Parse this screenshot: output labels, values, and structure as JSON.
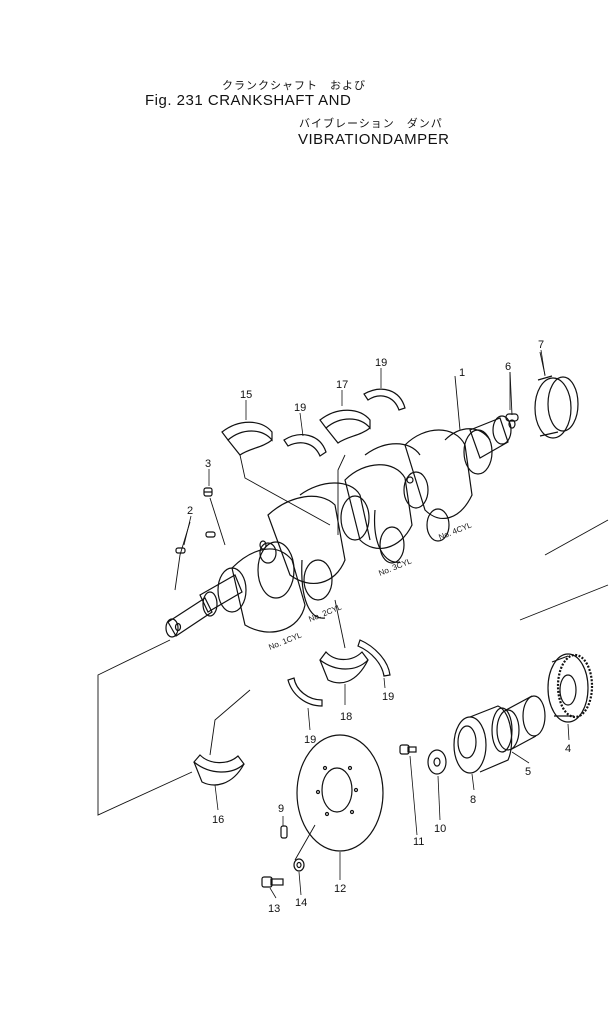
{
  "header": {
    "jp_line1": "クランクシャフト　および",
    "title_line1": "Fig. 231  CRANKSHAFT  AND",
    "jp_line2": "バイブレーション　ダンパ",
    "title_line2": "VIBRATIONDAMPER"
  },
  "callouts": {
    "c1": "1",
    "c2": "2",
    "c3": "3",
    "c4": "4",
    "c5": "5",
    "c6": "6",
    "c7": "7",
    "c8": "8",
    "c9": "9",
    "c10": "10",
    "c11": "11",
    "c12": "12",
    "c13": "13",
    "c14": "14",
    "c15": "15",
    "c16": "16",
    "c17": "17",
    "c18": "18",
    "c19a": "19",
    "c19b": "19",
    "c19c": "19",
    "c19d": "19"
  },
  "cylinders": {
    "no1": "No. 1CYL",
    "no2": "No. 2CYL",
    "no3": "No. 3CYL",
    "no4": "No. 4CYL"
  }
}
